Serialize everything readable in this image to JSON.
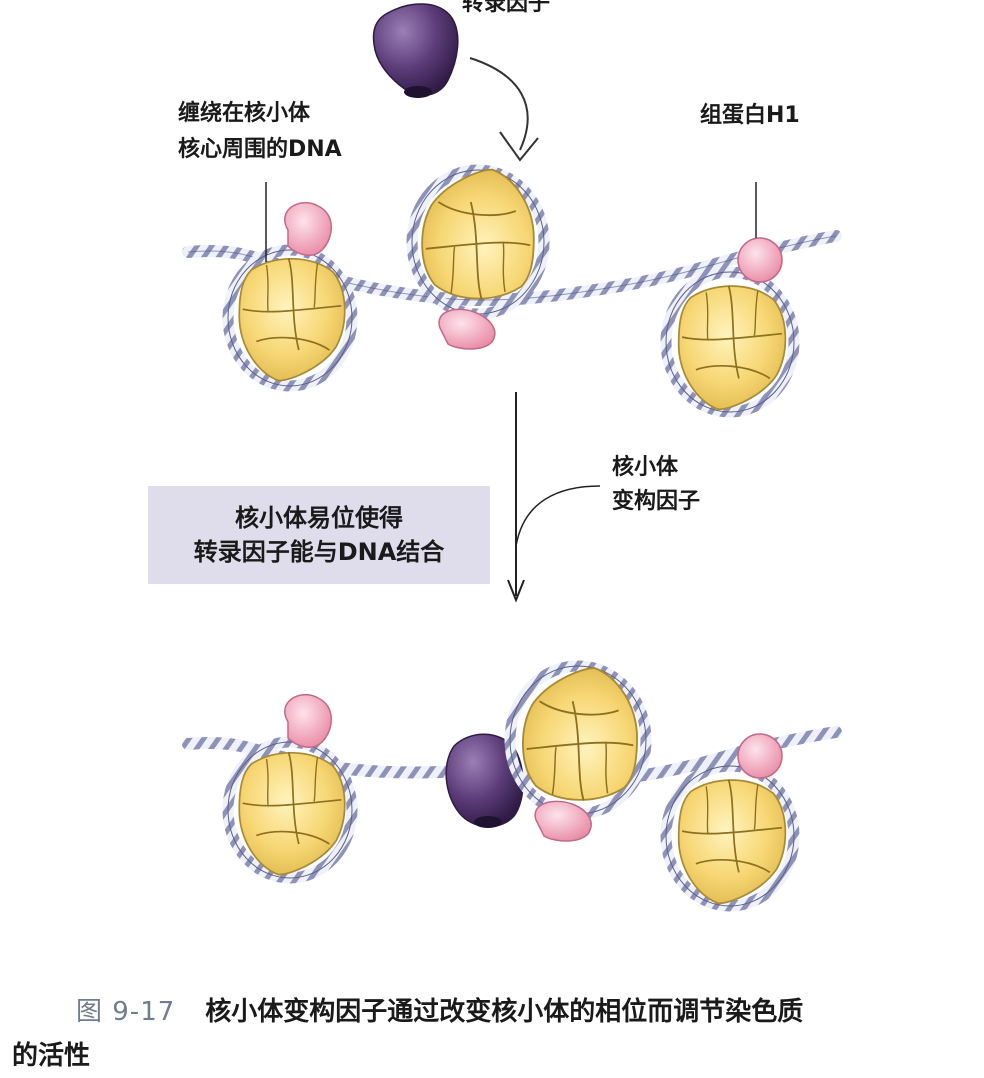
{
  "labels": {
    "transcription_factor": "转录因子",
    "dna_wrapped_line1": "缠绕在核小体",
    "dna_wrapped_line2": "核心周围的DNA",
    "histone_h1": "组蛋白H1",
    "remodeling_factor_line1": "核小体",
    "remodeling_factor_line2": "变构因子"
  },
  "callout": {
    "line1": "核小体易位使得",
    "line2": "转录因子能与DNA结合"
  },
  "caption": {
    "number": "图 9-17",
    "text_line1": "核小体变构因子通过改变核小体的相位而调节染色质",
    "text_line2": "的活性"
  },
  "colors": {
    "histone_core": "#f7d775",
    "histone_core_edge": "#c8a03a",
    "histone_h1": "#f2a9bd",
    "dna": "#8e92b8",
    "transcription_factor": "#5b3c78",
    "callout_box": "#dfdcec",
    "figure_number": "#6f7e8e"
  }
}
